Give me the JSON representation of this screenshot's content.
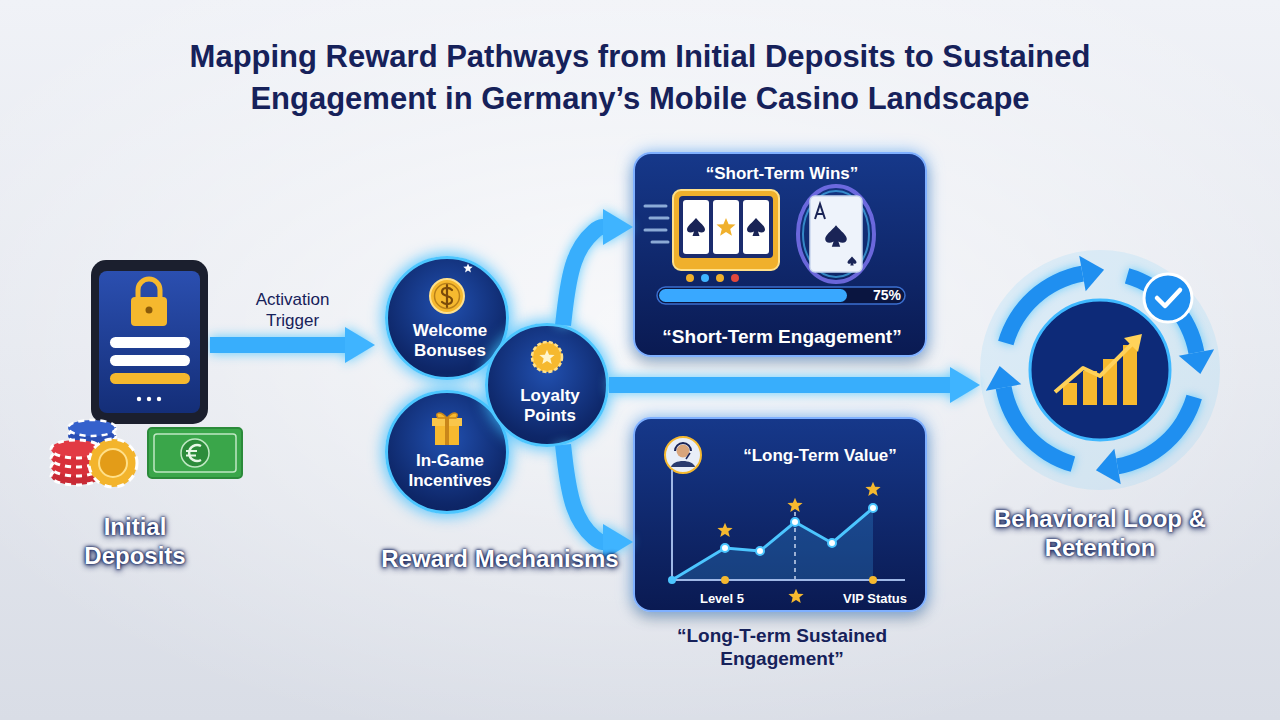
{
  "diagram": {
    "title": "Mapping Reward Pathways from Initial Deposits to Sustained Engagement in Germany’s Mobile Casino Landscape",
    "nodes": [
      {
        "text": [
          "Initial Deposits"
        ]
      },
      {
        "text": [
          "Reward Mechanisms"
        ]
      },
      {
        "text": [
          "Welcome Bonuses"
        ],
        "in": 1
      },
      {
        "text": [
          "In-Game Incentives"
        ],
        "in": 1
      },
      {
        "text": [
          "Loyalty Points"
        ],
        "in": 1
      },
      {
        "text": [
          "“Short-Term Wins”",
          "75%",
          "“Short-Term Engagement”"
        ]
      },
      {
        "text": [
          "“Long-Term Value”",
          "Level 5",
          "VIP Status",
          "“Long-T-erm Sustained Engagement”"
        ]
      },
      {
        "text": [
          "Behavioral Loop & Retention"
        ]
      }
    ],
    "edges": [
      {
        "from": 0,
        "to": 1,
        "label": "Activation Trigger",
        "arrow": "to"
      },
      {
        "from": 4,
        "to": 5,
        "arrow": "to"
      },
      {
        "from": 4,
        "to": 7,
        "arrow": "to"
      },
      {
        "from": 4,
        "to": 6,
        "arrow": "to"
      }
    ]
  }
}
